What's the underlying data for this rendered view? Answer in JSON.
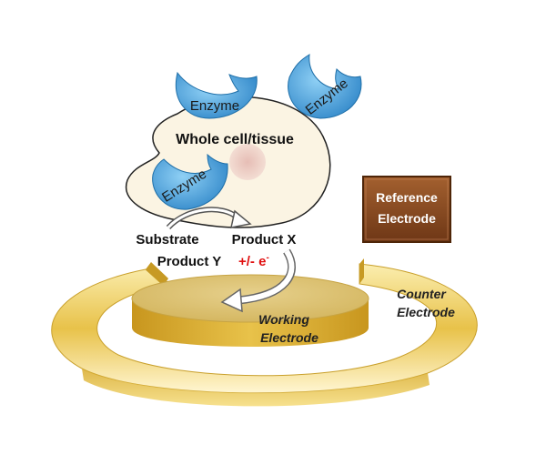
{
  "labels": {
    "enzyme_top_left": "Enzyme",
    "enzyme_top_right": "Enzyme",
    "enzyme_inside": "Enzyme",
    "cell": "Whole cell/tissue",
    "substrate": "Substrate",
    "product_x": "Product X",
    "product_y": "Product Y",
    "electron_prefix": "+/- e",
    "electron_sup": "-",
    "reference_line1": "Reference",
    "reference_line2": "Electrode",
    "counter_line1": "Counter",
    "counter_line2": "Electrode",
    "working_line1": "Working",
    "working_line2": "Electrode"
  },
  "colors": {
    "enzyme": "#4aa3df",
    "cell_fill": "#fbf4e3",
    "nucleus": "#e8c7c0",
    "gold": "#e3be3f",
    "reference_box": "#8a4a22",
    "electron_text": "#e01010"
  }
}
